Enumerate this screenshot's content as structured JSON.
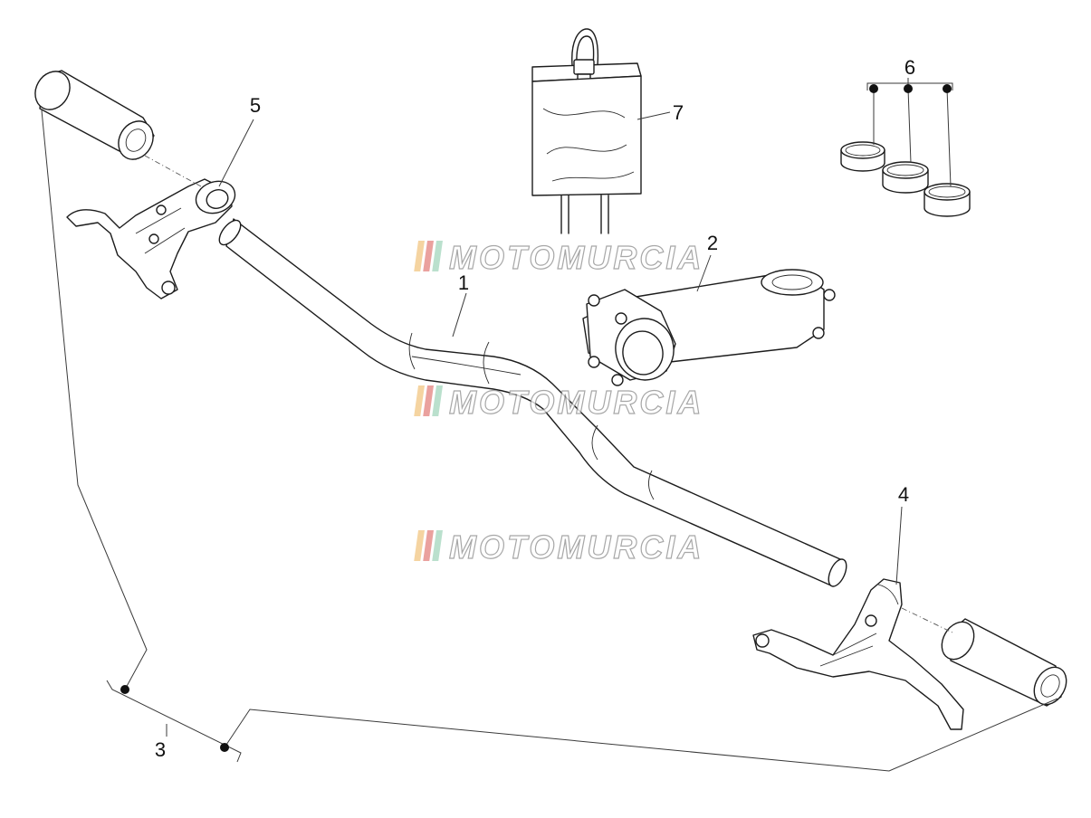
{
  "diagram": {
    "callouts": [
      {
        "id": "1",
        "label": "1"
      },
      {
        "id": "2",
        "label": "2"
      },
      {
        "id": "3",
        "label": "3"
      },
      {
        "id": "4",
        "label": "4"
      },
      {
        "id": "5",
        "label": "5"
      },
      {
        "id": "6",
        "label": "6"
      },
      {
        "id": "7",
        "label": "7"
      }
    ],
    "watermark": "MOTOMURCIA",
    "colors": {
      "line": "#1c1c1c",
      "watermark_stroke": "#8a8a8a",
      "watermark_stripes": [
        "#f3c98a",
        "#e58a86",
        "#a9d8c0"
      ]
    }
  }
}
